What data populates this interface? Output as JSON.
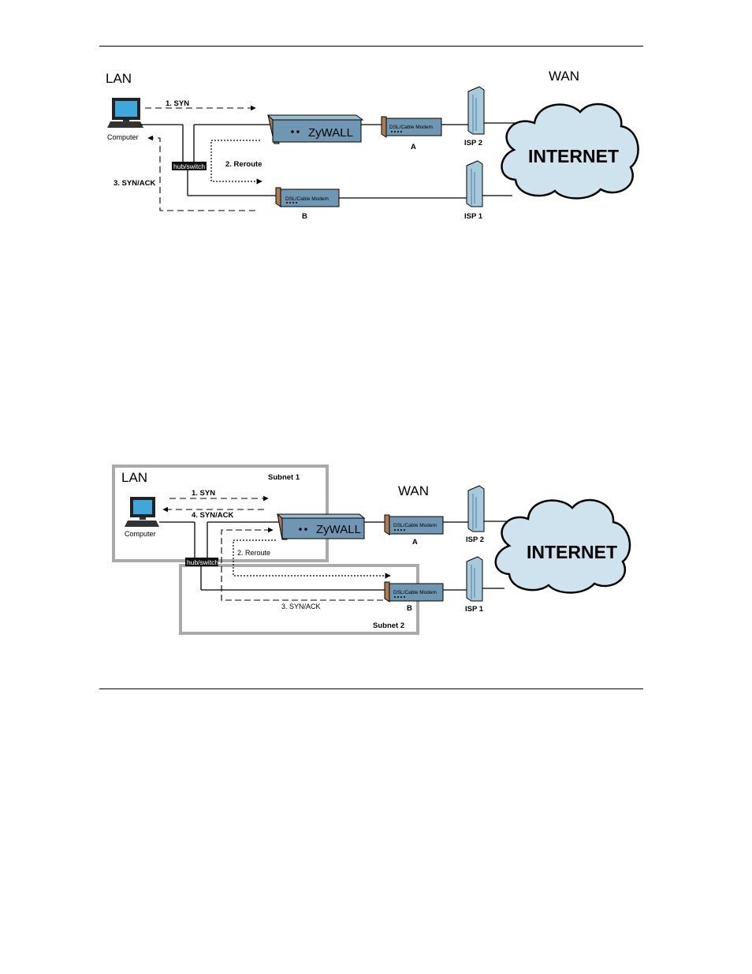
{
  "figure1": {
    "lan": "LAN",
    "wan": "WAN",
    "computer": "Computer",
    "hub": "hub/switch",
    "router": "ZyWALL",
    "modem": "DSL/Cable Modem",
    "modem_a": "A",
    "modem_b": "B",
    "isp2": "ISP 2",
    "isp1": "ISP 1",
    "internet": "INTERNET",
    "step1": "1.  SYN",
    "step2": "2. Reroute",
    "step3": "3. SYN/ACK"
  },
  "figure2": {
    "lan": "LAN",
    "wan": "WAN",
    "subnet1": "Subnet 1",
    "subnet2": "Subnet 2",
    "computer": "Computer",
    "hub": "hub/switch",
    "router": "ZyWALL",
    "modem": "DSL/Cable Modem",
    "modem_a": "A",
    "modem_b": "B",
    "isp2": "ISP 2",
    "isp1": "ISP 1",
    "internet": "INTERNET",
    "step1": "1. SYN",
    "step4": "4. SYN/ACK",
    "step2": "2. Reroute",
    "step3": "3. SYN/ACK"
  },
  "colors": {
    "device_blue": "#6f97b3",
    "device_side": "#b07a50",
    "cloud": "#cfe3ee",
    "server": "#a6c9dc",
    "subnet_border": "#aaaaaa"
  }
}
